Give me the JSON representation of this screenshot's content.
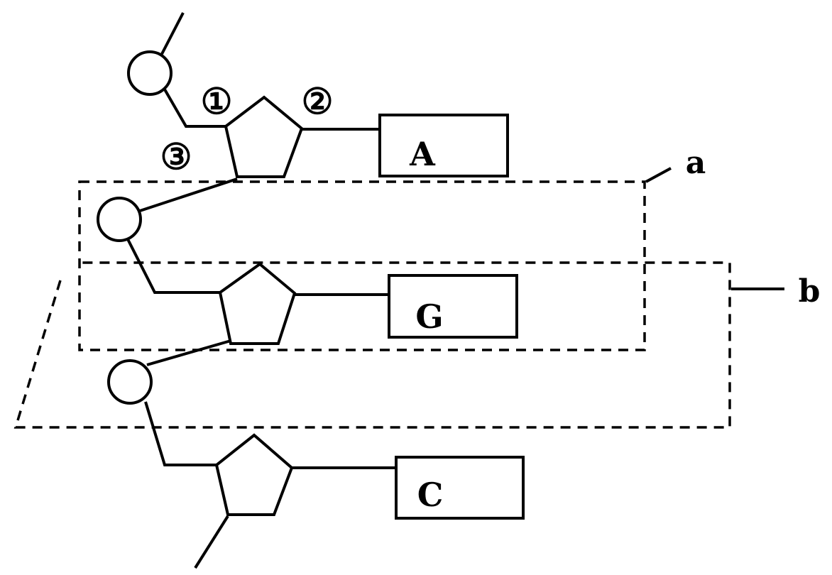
{
  "nucleotides": [
    {
      "base": "A"
    },
    {
      "base": "G"
    },
    {
      "base": "C"
    }
  ],
  "markers": {
    "one": "①",
    "two": "②",
    "three": "③"
  },
  "regions": {
    "a": "a",
    "b": "b"
  }
}
